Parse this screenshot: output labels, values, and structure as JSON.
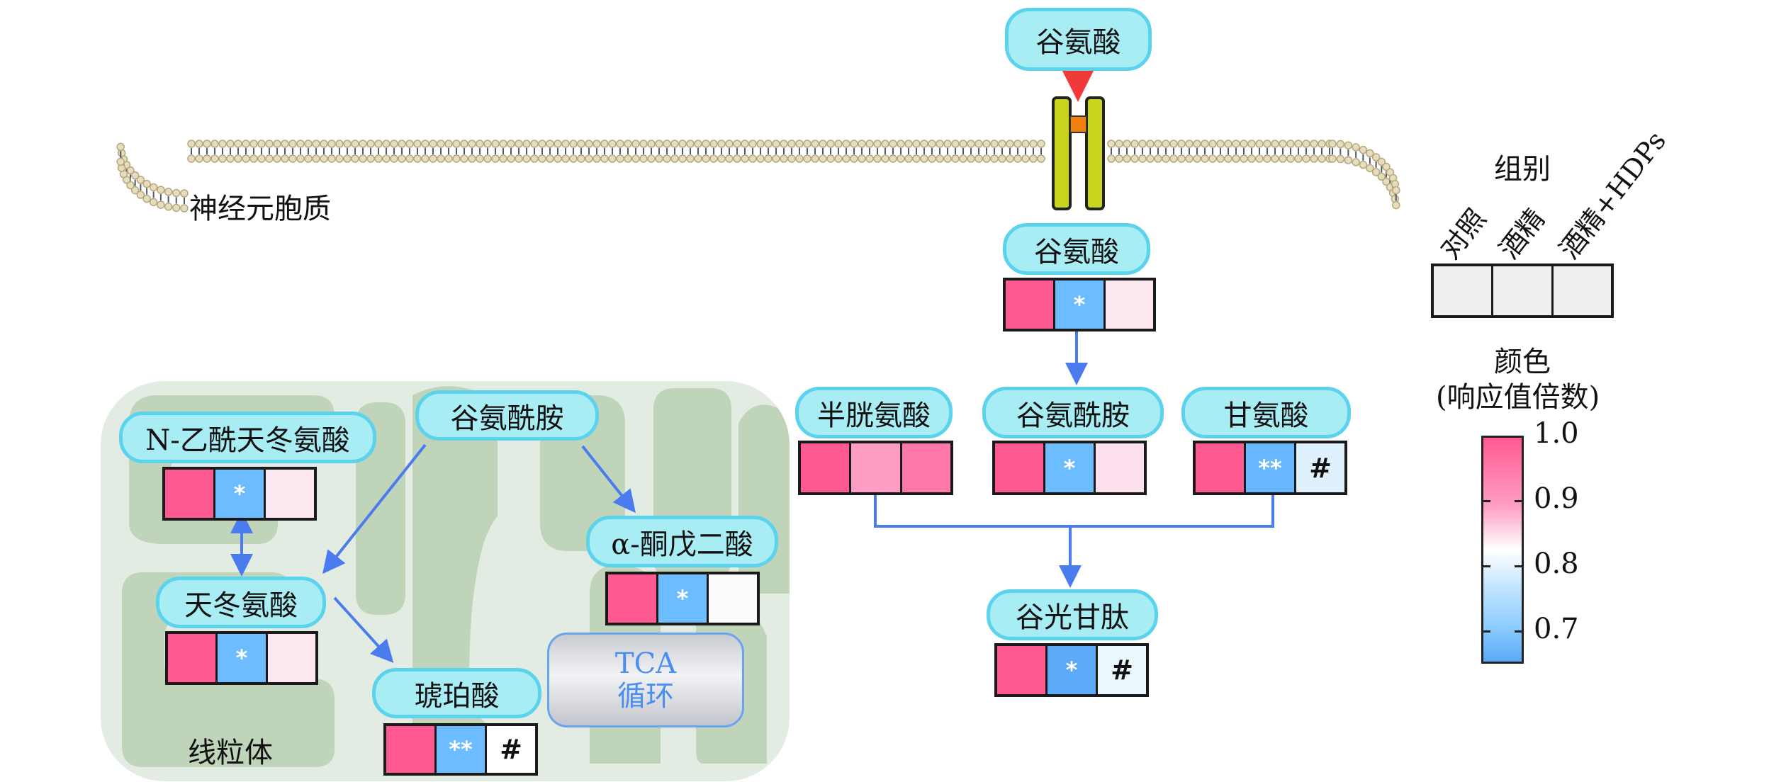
{
  "diagram": {
    "title_region_labels": {
      "cytoplasm": "神经元胞质",
      "mitochondria": "线粒体"
    },
    "colors": {
      "node_fill": "#a8ecf4",
      "node_border": "#5cd3ec",
      "arrow": "#4a7cf0",
      "receptor": "#c8d41e",
      "receptor_pore": "#f06a10",
      "extracellular_arrow": "#f03a3a",
      "mito_bg": "#e3ece3",
      "mito_cristae": "#bfd4b8",
      "high": "#ff5a92",
      "low": "#5aa9f4"
    },
    "groups": [
      "对照",
      "酒精",
      "酒精+HDPs"
    ],
    "nodes": [
      {
        "id": "glu_ext",
        "label": "谷氨酸",
        "heatmap": null
      },
      {
        "id": "glu",
        "label": "谷氨酸",
        "heatmap": [
          {
            "color": "#ff5a92",
            "mark": ""
          },
          {
            "color": "#6cbcff",
            "mark": "*"
          },
          {
            "color": "#fde8f2",
            "mark": ""
          }
        ]
      },
      {
        "id": "cys",
        "label": "半胱氨酸",
        "heatmap": [
          {
            "color": "#ff5a92",
            "mark": ""
          },
          {
            "color": "#ff9cc4",
            "mark": ""
          },
          {
            "color": "#ff78aa",
            "mark": ""
          }
        ]
      },
      {
        "id": "gln",
        "label": "谷氨酰胺",
        "heatmap": [
          {
            "color": "#ff5a92",
            "mark": ""
          },
          {
            "color": "#6cbcff",
            "mark": "*"
          },
          {
            "color": "#fde0ee",
            "mark": ""
          }
        ]
      },
      {
        "id": "gly",
        "label": "甘氨酸",
        "heatmap": [
          {
            "color": "#ff5a92",
            "mark": ""
          },
          {
            "color": "#68b8ff",
            "mark": "**"
          },
          {
            "color": "#dff1fc",
            "mark": "#"
          }
        ]
      },
      {
        "id": "gsh",
        "label": "谷光甘肽",
        "heatmap": [
          {
            "color": "#ff5a92",
            "mark": ""
          },
          {
            "color": "#5caaf8",
            "mark": "*"
          },
          {
            "color": "#ecf7fd",
            "mark": "#"
          }
        ]
      },
      {
        "id": "naa",
        "label": "N-乙酰天冬氨酸",
        "heatmap": [
          {
            "color": "#ff5a92",
            "mark": ""
          },
          {
            "color": "#6cbcff",
            "mark": "*"
          },
          {
            "color": "#fde8f2",
            "mark": ""
          }
        ]
      },
      {
        "id": "gln_mito",
        "label": "谷氨酰胺",
        "heatmap": null
      },
      {
        "id": "asp",
        "label": "天冬氨酸",
        "heatmap": [
          {
            "color": "#ff5a92",
            "mark": ""
          },
          {
            "color": "#6cbcff",
            "mark": "*"
          },
          {
            "color": "#fde8f2",
            "mark": ""
          }
        ]
      },
      {
        "id": "akg",
        "label": "α-酮戊二酸",
        "heatmap": [
          {
            "color": "#ff5a92",
            "mark": ""
          },
          {
            "color": "#6cbcff",
            "mark": "*"
          },
          {
            "color": "#fdfbfd",
            "mark": ""
          }
        ]
      },
      {
        "id": "suc",
        "label": "琥珀酸",
        "heatmap": [
          {
            "color": "#ff5a92",
            "mark": ""
          },
          {
            "color": "#6cbcff",
            "mark": "**"
          },
          {
            "color": "#ffffff",
            "mark": "#"
          }
        ]
      }
    ],
    "tca": {
      "line1": "TCA",
      "line2": "循环"
    },
    "edges": [
      {
        "from": "glu_ext",
        "to": "glu",
        "style": "dashed-red (via receptor)"
      },
      {
        "from": "glu",
        "to": "gln"
      },
      {
        "from": "cys",
        "to": "gsh"
      },
      {
        "from": "gly",
        "to": "gsh"
      },
      {
        "from": "gln",
        "to": "gsh"
      },
      {
        "from": "gln_mito",
        "to": "asp"
      },
      {
        "from": "gln_mito",
        "to": "akg"
      },
      {
        "from": "naa",
        "to": "asp",
        "style": "bidirectional"
      },
      {
        "from": "asp",
        "to": "suc"
      }
    ]
  },
  "legend": {
    "group_title": "组别",
    "group_labels": [
      "对照",
      "酒精",
      "酒精+HDPs"
    ],
    "color_title": "颜色",
    "color_subtitle": "(响应值倍数)",
    "colorbar": {
      "min": 0.65,
      "max": 1.0,
      "ticks": [
        "1.0",
        "0.9",
        "0.8",
        "0.7"
      ],
      "tick_values": [
        1.0,
        0.9,
        0.8,
        0.7
      ],
      "high_color": "#ff5a92",
      "mid_color": "#ffffff",
      "low_color": "#5aa9f4"
    }
  }
}
